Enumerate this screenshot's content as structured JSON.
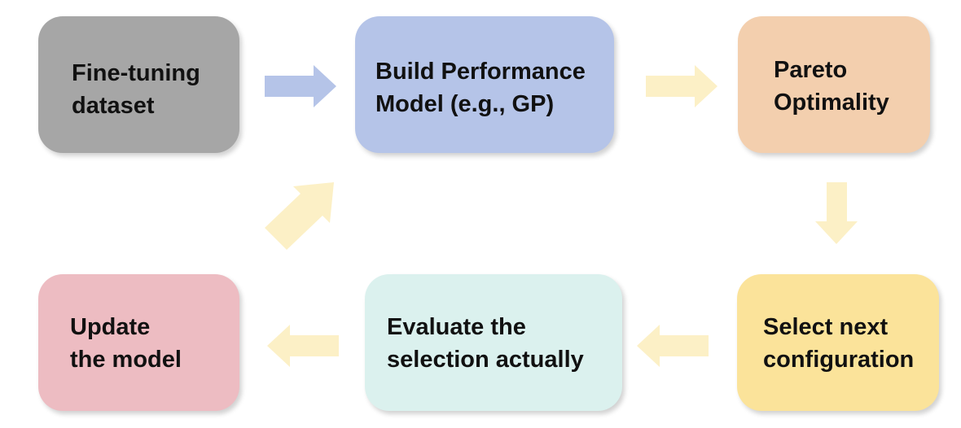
{
  "nodes": {
    "finetune": {
      "label": "Fine-tuning\ndataset",
      "color": "#a6a6a6"
    },
    "build": {
      "label": "Build Performance\nModel (e.g., GP)",
      "color": "#b5c4e8"
    },
    "pareto": {
      "label": "Pareto\nOptimality",
      "color": "#f3cfae"
    },
    "select": {
      "label": "Select next\nconfiguration",
      "color": "#fbe39a"
    },
    "evaluate": {
      "label": "Evaluate the\nselection  actually",
      "color": "#dbf1ee"
    },
    "update": {
      "label": "Update\nthe model",
      "color": "#edbcc2"
    }
  },
  "arrow_colors": {
    "blue": "#b5c4e8",
    "yellow": "#fcf0c6"
  }
}
